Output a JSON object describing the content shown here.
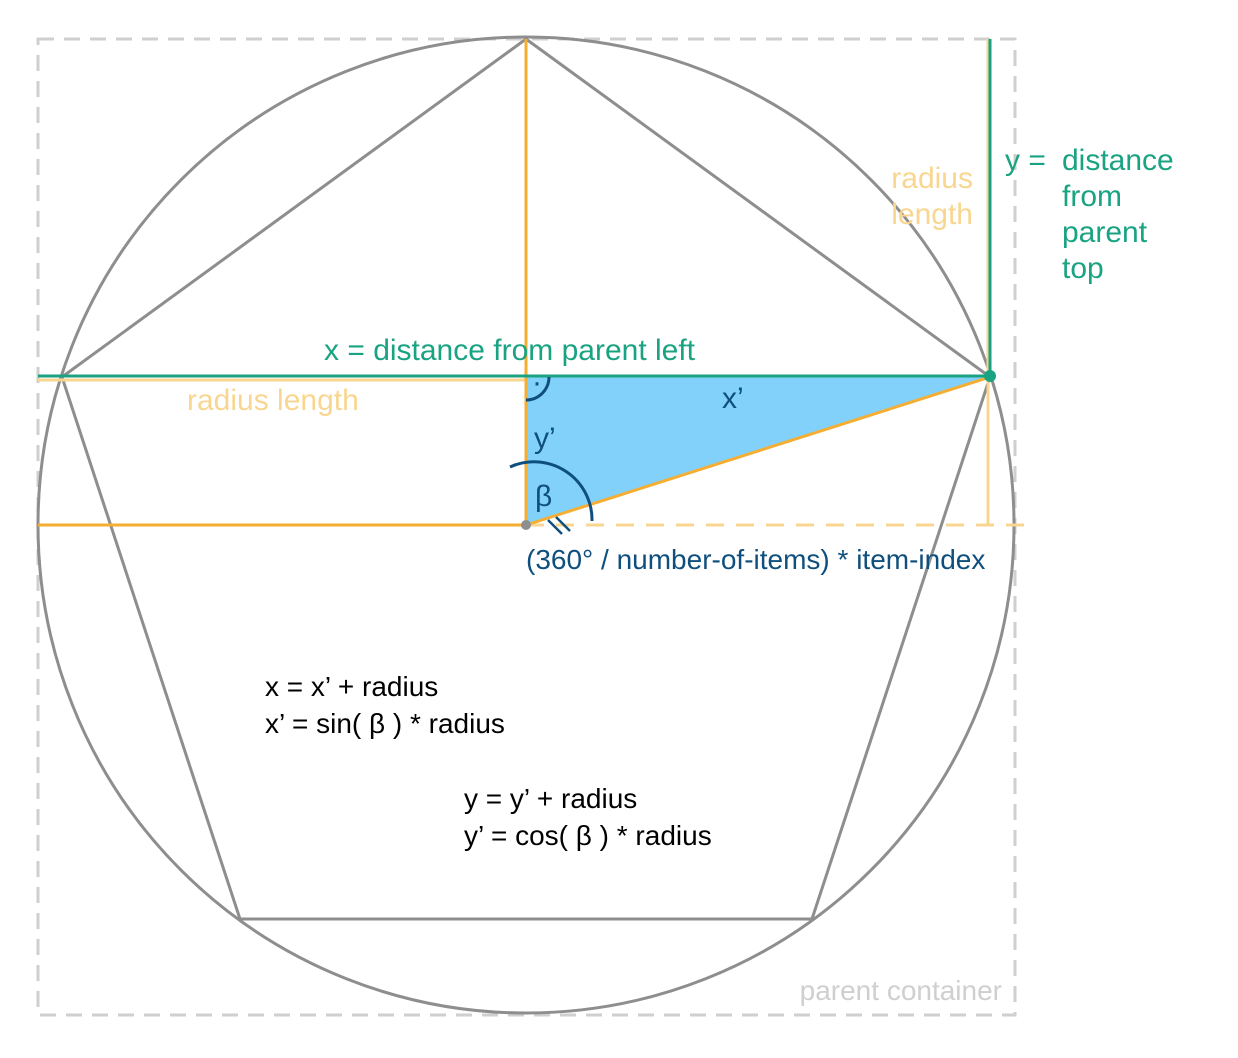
{
  "labels": {
    "y_eq": "y =",
    "y_def_1": "distance",
    "y_def_2": "from",
    "y_def_3": "parent",
    "y_def_4": "top",
    "radius_vertical_1": "radius",
    "radius_vertical_2": "length",
    "x_def": "x = distance from parent left",
    "radius_horizontal": "radius length",
    "x_prime": "x’",
    "y_prime": "y’",
    "beta": "β",
    "right_angle_dot": "·",
    "angle_formula": "(360° / number-of-items) * item-index",
    "parent_container": "parent container"
  },
  "formulas": {
    "x_line_1": "x = x’ + radius",
    "x_line_2": "x’ = sin( β ) * radius",
    "y_line_1": "y = y’ + radius",
    "y_line_2": "y’ = cos( β ) * radius"
  },
  "colors": {
    "green": "#1aa382",
    "orange": "#f5ae32",
    "light_orange": "#f9d690",
    "blue_fill": "#82d1fb",
    "navy": "#0f4f7e",
    "gray": "#8e8e8e",
    "light_gray": "#cfcfcf",
    "black": "#000000"
  }
}
